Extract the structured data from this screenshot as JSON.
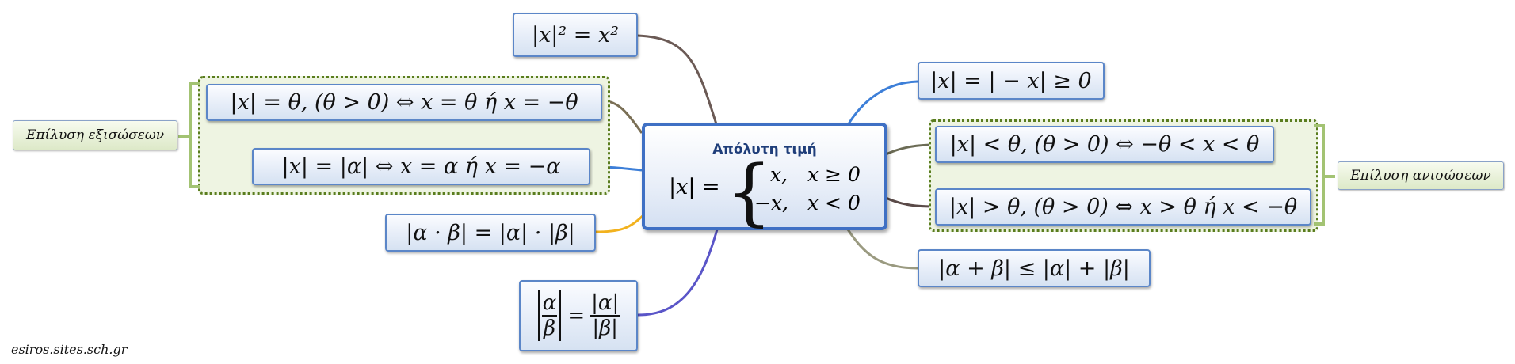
{
  "center": {
    "title": "Απόλυτη τιμή",
    "lhs": "|x| =",
    "case1_expr": "x,",
    "case1_cond": "x ≥ 0",
    "case2_expr": "−x,",
    "case2_cond": "x < 0"
  },
  "nodes": {
    "square": "|x|² = x²",
    "eq1": "|x| = θ,  (θ > 0) ⇔ x = θ ή x = −θ",
    "eq2": "|x| = |α| ⇔ x = α ή x = −α",
    "product": "|α · β| = |α| · |β|",
    "fraction_num_left": "α",
    "fraction_den_left": "β",
    "fraction_eq": "=",
    "fraction_num_right": "|α|",
    "fraction_den_right": "|β|",
    "neg": "|x| = | − x| ≥ 0",
    "ineq1": "|x| < θ,  (θ > 0) ⇔ −θ < x < θ",
    "ineq2": "|x| > θ,  (θ > 0) ⇔ x > θ ή x < −θ",
    "triangle": "|α + β| ≤ |α| + |β|"
  },
  "labels": {
    "equations": "Επίλυση εξισώσεων",
    "inequalities": "Επίλυση ανισώσεων"
  },
  "footer": "esiros.sites.sch.gr",
  "colors": {
    "node_border": "#5b86c8",
    "center_border": "#3f70c4",
    "group_border": "#5a7d1e",
    "group_fill": "#eef4e2",
    "bracket": "#a3c373",
    "title_text": "#1f3e7a"
  }
}
